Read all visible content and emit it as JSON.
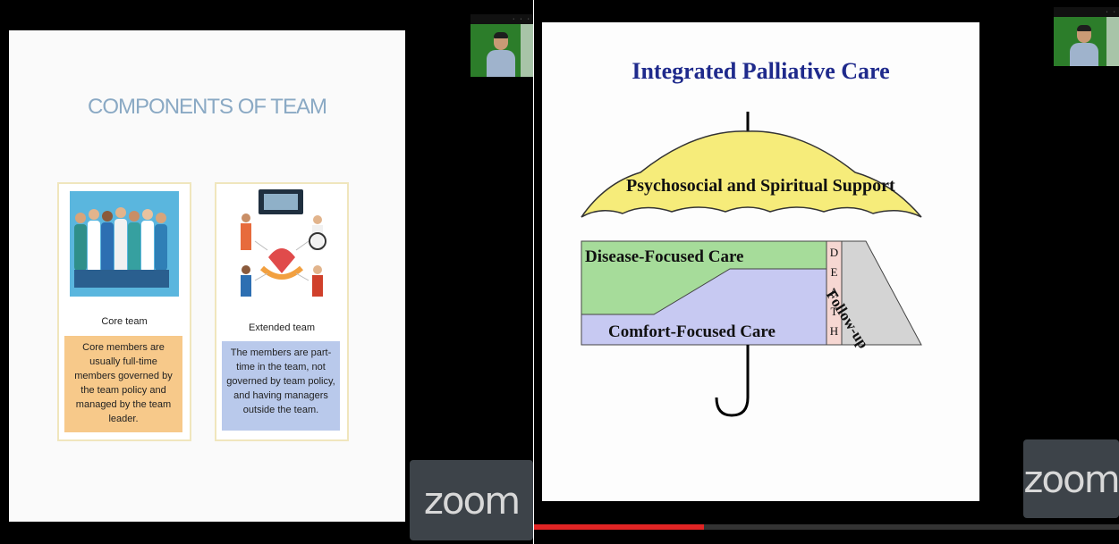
{
  "left_share": {
    "zoom_logo": "zoom",
    "slide": {
      "title": "COMPONENTS OF TEAM",
      "core_card": {
        "label": "Core team",
        "description": "Core members are usually full-time members governed by the team policy and managed by the team leader."
      },
      "extended_card": {
        "label": "Extended team",
        "description": "The members are part-time in the team, not governed by team policy, and having managers outside the team."
      }
    }
  },
  "right_share": {
    "zoom_logo": "zoom",
    "slide": {
      "title": "Integrated Palliative Care",
      "umbrella_label": "Psychosocial and Spiritual Support",
      "disease_label": "Disease-Focused Care",
      "comfort_label": "Comfort-Focused Care",
      "death_letters": [
        "D",
        "E",
        "A",
        "T",
        "H"
      ],
      "followup_label": "Follow-up"
    },
    "playback_progress": 0.29
  },
  "colors": {
    "left_title": "#8aa9c4",
    "right_title": "#1f2a8c",
    "umbrella_fill": "#f6ec7a",
    "disease_fill": "#a6dc9a",
    "comfort_fill": "#c7c9f2",
    "death_fill": "#f6d7d2",
    "core_desc_fill": "#f7c98a",
    "extended_desc_fill": "#b9c9eb",
    "progress": "#e02424"
  }
}
